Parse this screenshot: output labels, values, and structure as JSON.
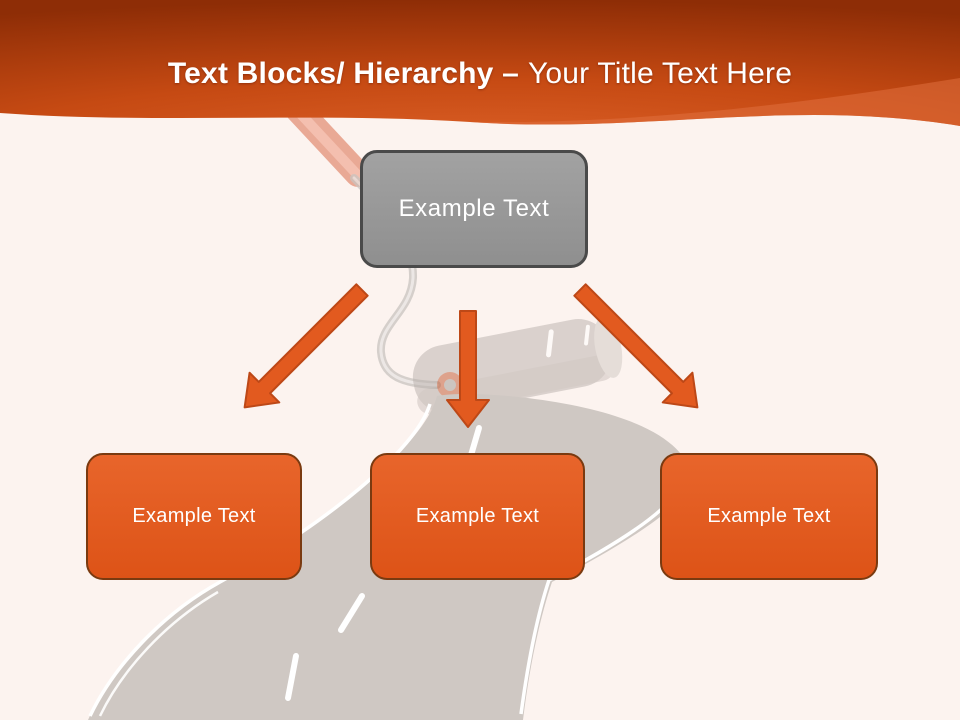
{
  "slide_title": {
    "bold_text": "Text Blocks/ Hierarchy –",
    "regular_text": "Your Title Text Here"
  },
  "diagram": {
    "root_label": "Example Text",
    "children": [
      {
        "label": "Example Text"
      },
      {
        "label": "Example Text"
      },
      {
        "label": "Example Text"
      }
    ]
  },
  "background_art": "paint-roller-painting-winding-road",
  "colors": {
    "slide_background": "#FCF3EF",
    "header_dark": "#8E2D06",
    "header_mid": "#C64A13",
    "header_bright": "#DB5F26",
    "header_light_wave": "#E0703E",
    "arrow_fill": "#E25A1F",
    "arrow_border": "#BD4817",
    "root_box_fill": "#999999",
    "root_box_border": "#4A4A4A",
    "child_box_fill": "#E25C1F",
    "child_box_border": "#7A3A10",
    "road_gray": "#CFC8C3",
    "text": "#FFFFFF"
  }
}
